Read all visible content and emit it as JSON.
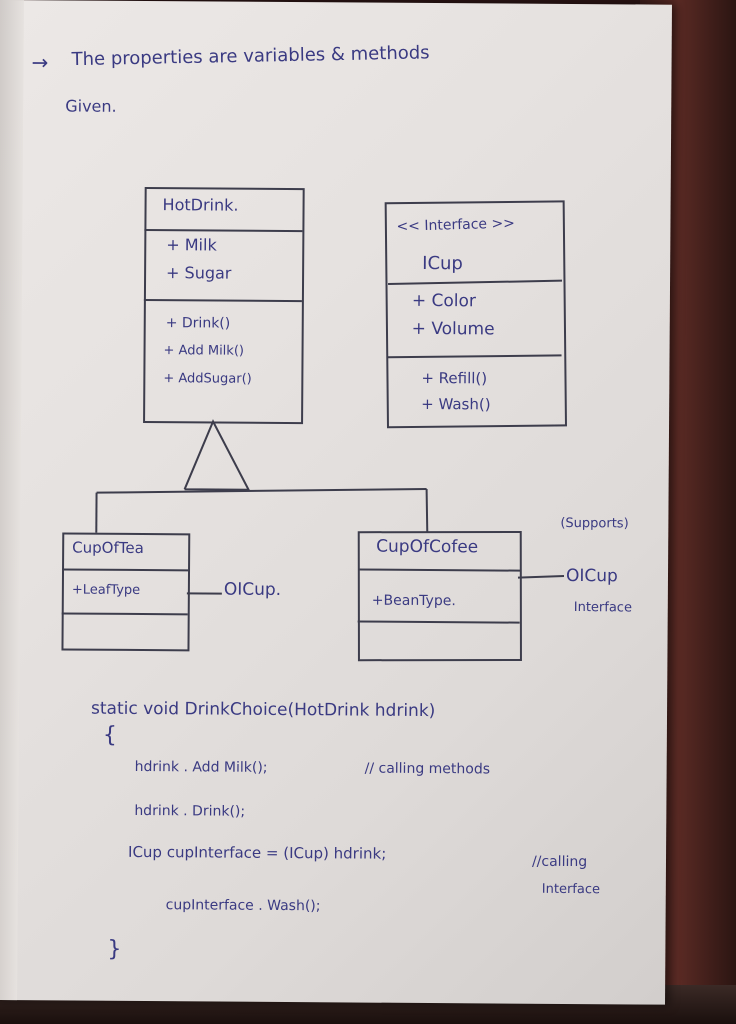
{
  "intro": {
    "arrow": "→",
    "line1": "The properties are variables & methods",
    "line2": "Given."
  },
  "hotdrink": {
    "name": "HotDrink.",
    "properties": [
      "+ Milk",
      "+ Sugar"
    ],
    "methods": [
      "+ Drink()",
      "+ Add Milk()",
      "+ AddSugar()"
    ]
  },
  "icup": {
    "stereotype": "<< Interface >>",
    "name": "ICup",
    "properties": [
      "+ Color",
      "+ Volume"
    ],
    "methods": [
      "+ Refill()",
      "+ Wash()"
    ]
  },
  "cupoftea": {
    "name": "CupOfTea",
    "properties": [
      "+LeafType"
    ],
    "interface_label": "OICup."
  },
  "cupofcoffee": {
    "name": "CupOfCofee",
    "properties": [
      "+BeanType."
    ],
    "supports_note": "(Supports)",
    "interface_label": "OICup",
    "interface_label2": "Interface"
  },
  "code": {
    "signature": "static void DrinkChoice(HotDrink hdrink)",
    "open_brace": "{",
    "line1": "hdrink . Add Milk();",
    "comment1": "// calling methods",
    "line2": "hdrink . Drink();",
    "line3": "ICup cupInterface = (ICup) hdrink;",
    "comment3a": "//calling",
    "comment3b": "Interface",
    "line4": "cupInterface . Wash();",
    "close_brace": "}"
  },
  "colors": {
    "ink": "#3a3a82",
    "pencil": "#3d3d4c",
    "paper": "#e6e2e0"
  }
}
